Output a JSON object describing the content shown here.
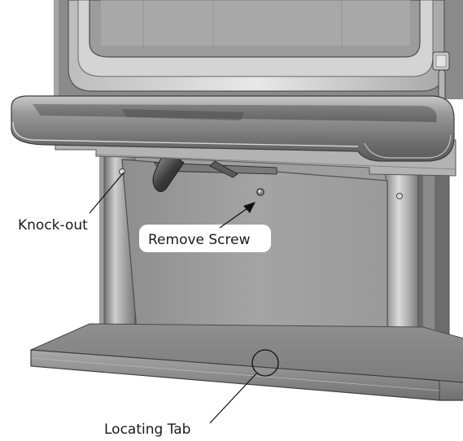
{
  "labels": {
    "knockout": "Knock-out",
    "remove_screw": "Remove Screw",
    "locating_tab": "Locating Tab"
  }
}
